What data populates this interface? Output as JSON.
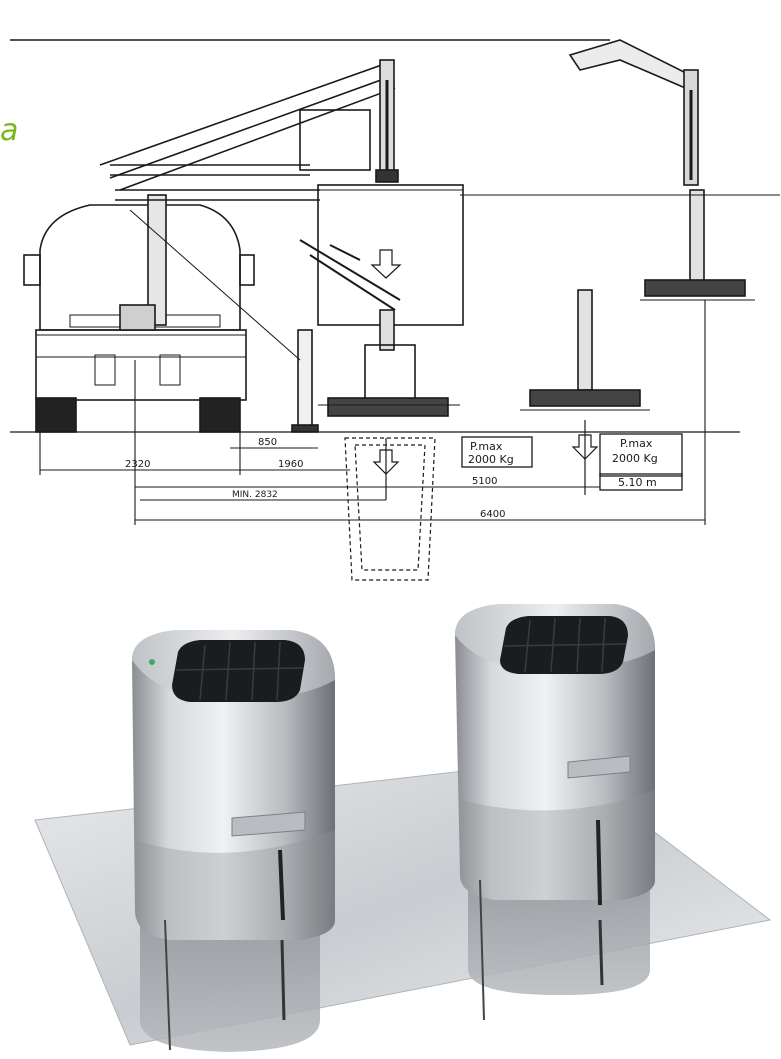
{
  "drawing": {
    "corner_glyph": "a",
    "dimensions": {
      "d850": "850",
      "d2320": "2320",
      "d1960": "1960",
      "d5100": "5100",
      "min": "MIN. 2832",
      "d6400": "6400"
    },
    "load_label_1": {
      "line1": "P.max",
      "line2": "2000 Kg"
    },
    "load_label_2": {
      "line1": "P.max",
      "line2": "2000 Kg",
      "reach": "5.10 m"
    },
    "colors": {
      "line": "#1a1a1a",
      "accent": "#7ab51d"
    }
  },
  "render": {
    "colors": {
      "body_light": "#d9dbde",
      "body_dark": "#6d7075",
      "plate": "#cfd2d6",
      "grate": "#1b1c1e"
    }
  }
}
